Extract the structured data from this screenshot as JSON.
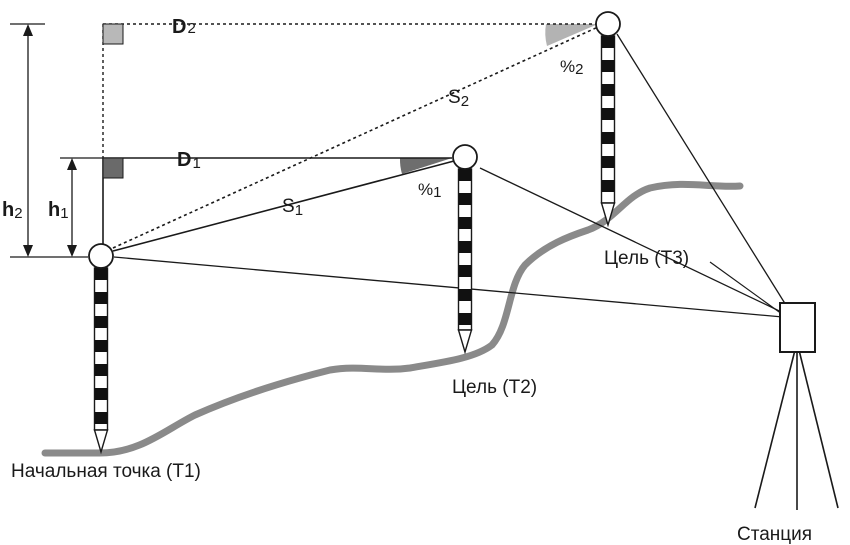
{
  "labels": {
    "d2": {
      "main": "D",
      "sub": "2"
    },
    "d1": {
      "main": "D",
      "sub": "1"
    },
    "s2": {
      "main": "S",
      "sub": "2"
    },
    "s1": {
      "main": "S",
      "sub": "1"
    },
    "pct2": {
      "main": "%",
      "sub": "2"
    },
    "pct1": {
      "main": "%",
      "sub": "1"
    },
    "h2": {
      "main": "h",
      "sub": "2"
    },
    "h1": {
      "main": "h",
      "sub": "1"
    },
    "target_t3": "Цель (T3)",
    "target_t2": "Цель (T2)",
    "start_point": "Начальная точка (T1)",
    "station": "Станция"
  },
  "colors": {
    "terrain": "#8a8a8a",
    "lines": "#1a1a1a",
    "angle_light": "#b3b3b3",
    "angle_dark": "#6e6e6e",
    "square_light": "#b8b8b8",
    "square_dark": "#6a6a6a"
  }
}
